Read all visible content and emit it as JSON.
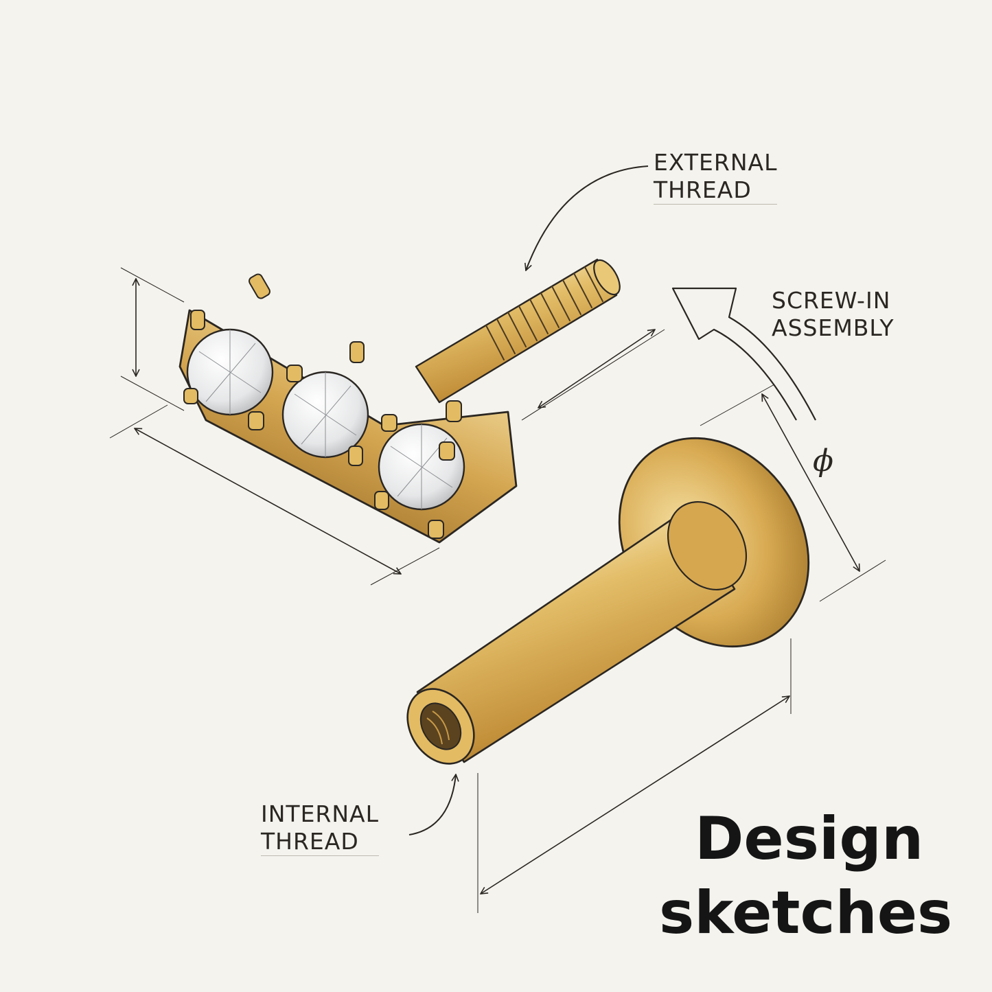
{
  "labels": {
    "external_thread": [
      "EXTERNAL",
      "THREAD"
    ],
    "screw_in_assembly": [
      "SCREW-IN",
      "ASSEMBLY"
    ],
    "internal_thread": [
      "INTERNAL",
      "THREAD"
    ],
    "diameter_symbol": "ϕ"
  },
  "caption": [
    "Design",
    "sketches"
  ],
  "colors": {
    "paper": "#f4f3ee",
    "ink": "#2a2622",
    "gold_light": "#f2dc9a",
    "gold_mid": "#d9ae55",
    "gold_dark": "#a97a2c",
    "stone": "#e8e9ea"
  }
}
